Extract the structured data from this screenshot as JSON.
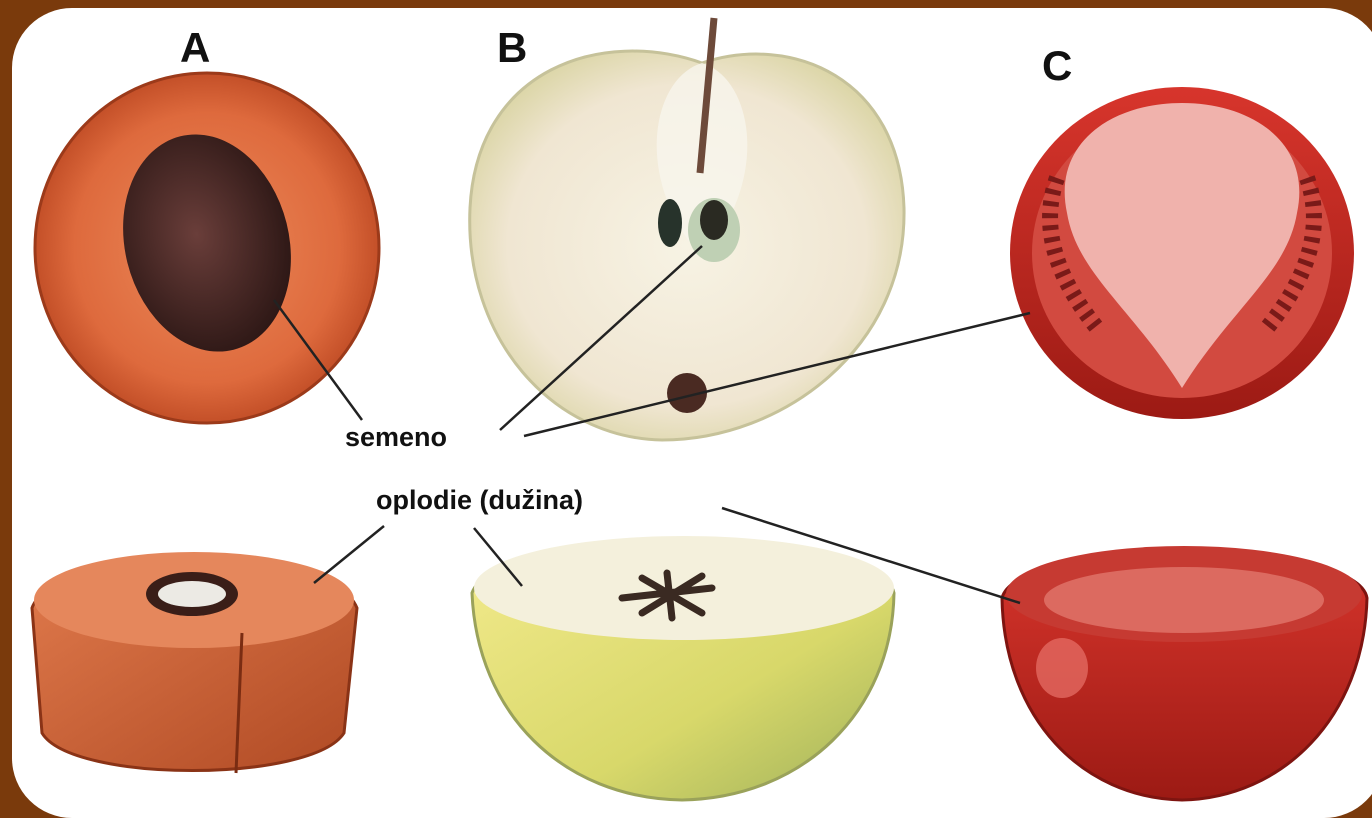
{
  "labels": {
    "a": "A",
    "b": "B",
    "c": "C",
    "seed": "semeno",
    "pericarp": "oplodie (dužina)"
  },
  "colors": {
    "frame": "#7a3a0c",
    "background": "#ffffff",
    "apricot": "#d9653a",
    "apple": "#f2ecd6",
    "tomato": "#c8302a"
  }
}
